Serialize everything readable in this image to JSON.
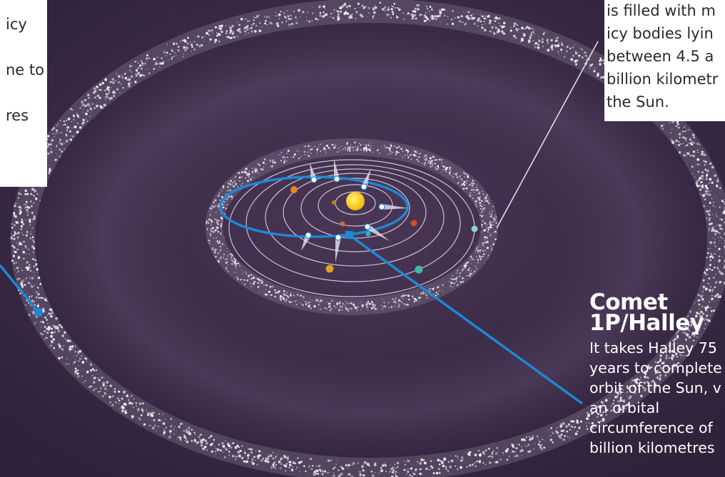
{
  "left_callout": {
    "lines": [
      "icy",
      "",
      "ne to",
      "",
      "res"
    ]
  },
  "right_callout": {
    "lines": [
      "is filled with m",
      "icy bodies lyin",
      "between 4.5 a",
      "billion kilometr",
      "the Sun."
    ]
  },
  "halley": {
    "title_lines": [
      "Comet",
      "1P/Halley"
    ],
    "body_lines": [
      "It takes Halley 75",
      "years to complete",
      "orbit of the Sun, v",
      "an orbital",
      "circumference of",
      "billion kilometres"
    ]
  },
  "colors": {
    "background": "#3b2a45",
    "orbit_accent": "#1e88d4",
    "sun": "#f5c400",
    "belt": "#ffffff"
  },
  "icons": {
    "sun": "sun-icon",
    "planet": "planet-icon",
    "comet": "comet-icon"
  }
}
